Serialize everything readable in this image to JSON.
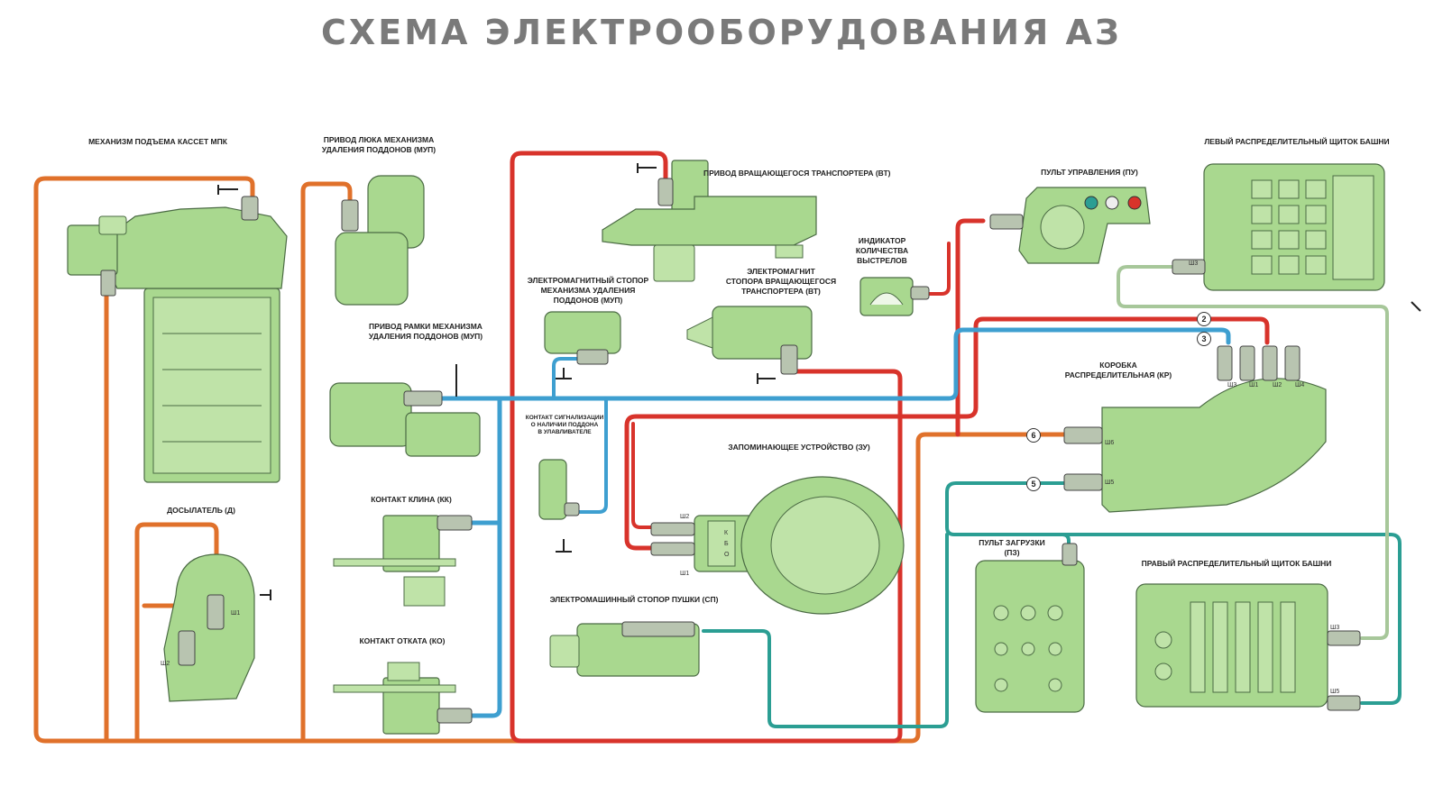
{
  "title": "СХЕМА ЭЛЕКТРООБОРУДОВАНИЯ АЗ",
  "components": [
    {
      "id": "mpk",
      "lines": [
        "МЕХАНИЗМ ПОДЪЕМА КАССЕТ МПК"
      ]
    },
    {
      "id": "muplid",
      "lines": [
        "ПРИВОД ЛЮКА МЕХАНИЗМА",
        "УДАЛЕНИЯ ПОДДОНОВ (МУП)"
      ]
    },
    {
      "id": "vt",
      "lines": [
        "ПРИВОД ВРАЩАЮЩЕГОСЯ ТРАНСПОРТЕРА (ВТ)"
      ]
    },
    {
      "id": "pu",
      "lines": [
        "ПУЛЬТ УПРАВЛЕНИЯ (ПУ)"
      ]
    },
    {
      "id": "lsh",
      "lines": [
        "ЛЕВЫЙ РАСПРЕДЕЛИТЕЛЬНЫЙ ЩИТОК БАШНИ"
      ]
    },
    {
      "id": "ind",
      "lines": [
        "ИНДИКАТОР",
        "КОЛИЧЕСТВА",
        "ВЫСТРЕЛОВ"
      ]
    },
    {
      "id": "emstop",
      "lines": [
        "ЭЛЕКТРОМАГНИТНЫЙ СТОПОР",
        "МЕХАНИЗМА УДАЛЕНИЯ",
        "ПОДДОНОВ (МУП)"
      ]
    },
    {
      "id": "emvt",
      "lines": [
        "ЭЛЕКТРОМАГНИТ",
        "СТОПОРА ВРАЩАЮЩЕГОСЯ",
        "ТРАНСПОРТЕРА (ВТ)"
      ]
    },
    {
      "id": "ramka",
      "lines": [
        "ПРИВОД РАМКИ МЕХАНИЗМА",
        "УДАЛЕНИЯ ПОДДОНОВ (МУП)"
      ]
    },
    {
      "id": "kr",
      "lines": [
        "КОРОБКА",
        "РАСПРЕДЕЛИТЕЛЬНАЯ (КР)"
      ]
    },
    {
      "id": "kontsig",
      "lines": [
        "КОНТАКТ СИГНАЛИЗАЦИИ",
        "О НАЛИЧИИ ПОДДОНА",
        "В УЛАВЛИВАТЕЛЕ"
      ]
    },
    {
      "id": "zu",
      "lines": [
        "ЗАПОМИНАЮЩЕЕ УСТРОЙСТВО (ЗУ)"
      ]
    },
    {
      "id": "d",
      "lines": [
        "ДОСЫЛАТЕЛЬ (Д)"
      ]
    },
    {
      "id": "kk",
      "lines": [
        "КОНТАКТ КЛИНА  (КК)"
      ]
    },
    {
      "id": "pz",
      "lines": [
        "ПУЛЬТ ЗАГРУЗКИ",
        "(ПЗ)"
      ]
    },
    {
      "id": "psh",
      "lines": [
        "ПРАВЫЙ РАСПРЕДЕЛИТЕЛЬНЫЙ ЩИТОК БАШНИ"
      ]
    },
    {
      "id": "sp",
      "lines": [
        "ЭЛЕКТРОМАШИННЫЙ СТОПОР ПУШКИ (СП)"
      ]
    },
    {
      "id": "ko",
      "lines": [
        "КОНТАКТ ОТКАТА (КО)"
      ]
    }
  ],
  "connectors": {
    "sh1": "Ш1",
    "sh2": "Ш2",
    "sh3": "Ш3",
    "sh4": "Ш4",
    "sh5": "Ш5",
    "sh6": "Ш6",
    "k": "К",
    "b": "Б",
    "o": "О"
  },
  "wire_numbers": [
    "2",
    "3",
    "6",
    "5"
  ],
  "colors": {
    "orange": "#e0712b",
    "red": "#d8332b",
    "blue": "#3e9fd0",
    "teal": "#2b9e93",
    "sage": "#a7c79a",
    "title": "#7a7a7a",
    "equipment": "#a9d88f"
  }
}
